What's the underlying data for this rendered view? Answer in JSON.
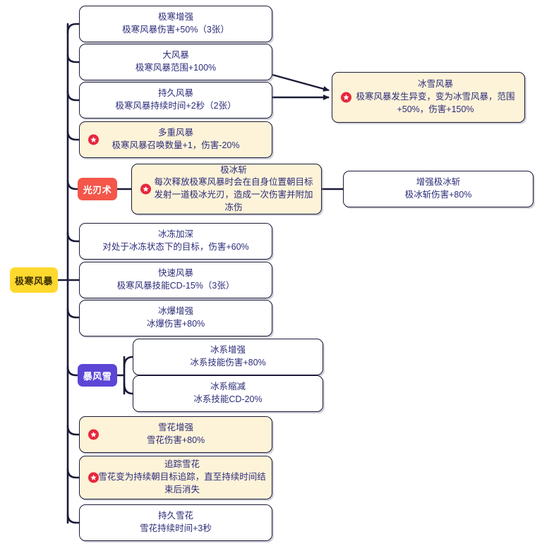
{
  "diagram": {
    "type": "skill-tree",
    "root": {
      "label": "极寒风暴",
      "color": "#ffd92e"
    },
    "branch_labels": [
      {
        "label": "光刃术",
        "color": "#f4564a"
      },
      {
        "label": "暴风雪",
        "color": "#5b46d6"
      }
    ],
    "icon": "star-badge-icon",
    "colors": {
      "line": "#1b1b38",
      "node_border": "#1b1b38",
      "node_bg": "#ffffff",
      "highlight_bg": "#fdf3d8",
      "text": "#2c2c7a",
      "star": "#e8263c"
    },
    "nodes": [
      {
        "id": "n1",
        "title": "极寒增强",
        "desc": "极寒风暴伤害+50%（3张）",
        "highlight": false,
        "star": false
      },
      {
        "id": "n2",
        "title": "大风暴",
        "desc": "极寒风暴范围+100%",
        "highlight": false,
        "star": false
      },
      {
        "id": "n3",
        "title": "持久风暴",
        "desc": "极寒风暴持续时间+2秒（2张）",
        "highlight": false,
        "star": false
      },
      {
        "id": "n4",
        "title": "多重风暴",
        "desc": "极寒风暴召唤数量+1，伤害-20%",
        "highlight": true,
        "star": true
      },
      {
        "id": "n5",
        "title": "冰雪风暴",
        "desc": "极寒风暴发生异变，变为冰雪风暴，范围+50%，伤害+150%",
        "highlight": true,
        "star": true
      },
      {
        "id": "n6",
        "title": "极冰斩",
        "desc": "每次释放极寒风暴时会在自身位置朝目标发射一道极冰光刃，造成一次伤害并附加冻伤",
        "highlight": true,
        "star": true
      },
      {
        "id": "n7",
        "title": "增强极冰斩",
        "desc": "极冰斩伤害+80%",
        "highlight": false,
        "star": false
      },
      {
        "id": "n8",
        "title": "冰冻加深",
        "desc": "对处于冰冻状态下的目标，伤害+60%",
        "highlight": false,
        "star": false
      },
      {
        "id": "n9",
        "title": "快速风暴",
        "desc": "极寒风暴技能CD-15%（3张）",
        "highlight": false,
        "star": false
      },
      {
        "id": "n10",
        "title": "冰爆增强",
        "desc": "冰爆伤害+80%",
        "highlight": false,
        "star": false
      },
      {
        "id": "n11",
        "title": "冰系增强",
        "desc": "冰系技能伤害+80%",
        "highlight": false,
        "star": false
      },
      {
        "id": "n12",
        "title": "冰系缩减",
        "desc": "冰系技能CD-20%",
        "highlight": false,
        "star": false
      },
      {
        "id": "n13",
        "title": "雪花增强",
        "desc": "雪花伤害+80%",
        "highlight": true,
        "star": true
      },
      {
        "id": "n14",
        "title": "追踪雪花",
        "desc": "雪花变为持续朝目标追踪，直至持续时间结束后消失",
        "highlight": true,
        "star": true
      },
      {
        "id": "n15",
        "title": "持久雪花",
        "desc": "雪花持续时间+3秒",
        "highlight": false,
        "star": false
      }
    ]
  }
}
